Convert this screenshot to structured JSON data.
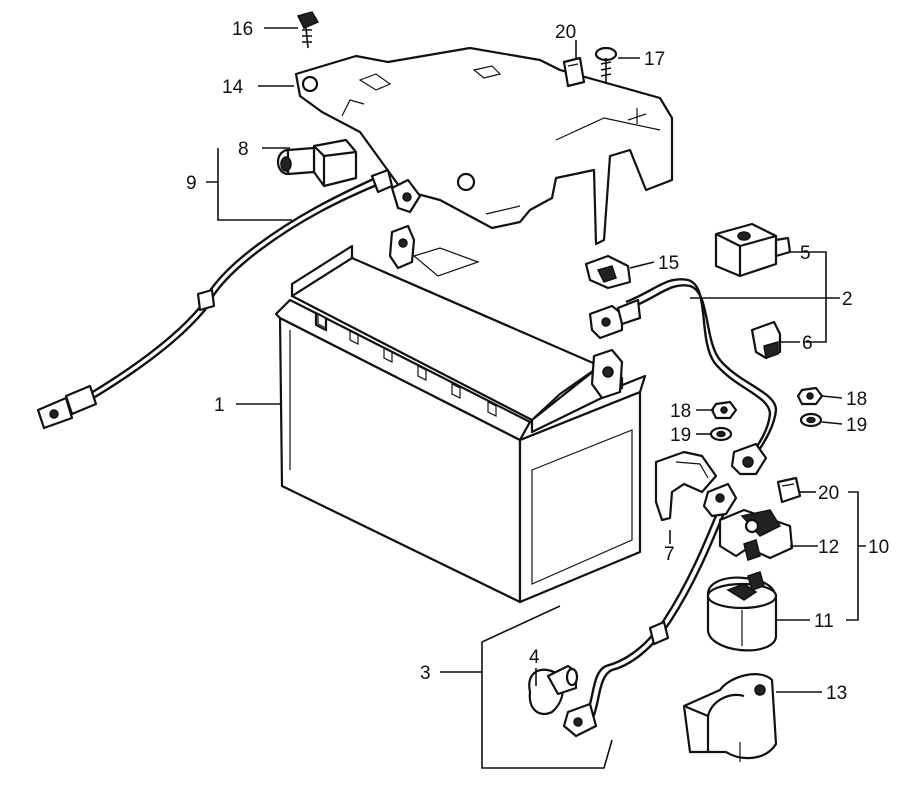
{
  "diagram": {
    "callouts": {
      "battery": "1",
      "positive_cable": "2",
      "negative_cable": "3",
      "terminal_bolt_4": "4",
      "terminal_cover_5": "5",
      "clip_6": "6",
      "cover_7": "7",
      "terminal_cover_8": "8",
      "cable_9": "9",
      "starter_relay_assy": "10",
      "relay_11": "11",
      "relay_cover_12": "12",
      "relay_rubber_13": "13",
      "battery_holder_14": "14",
      "clamp_15": "15",
      "bolt_16": "16",
      "screw_17": "17",
      "nut_18_left": "18",
      "nut_18_right": "18",
      "washer_19_left": "19",
      "washer_19_right": "19",
      "fuse_20_top": "20",
      "fuse_20_right": "20"
    }
  }
}
